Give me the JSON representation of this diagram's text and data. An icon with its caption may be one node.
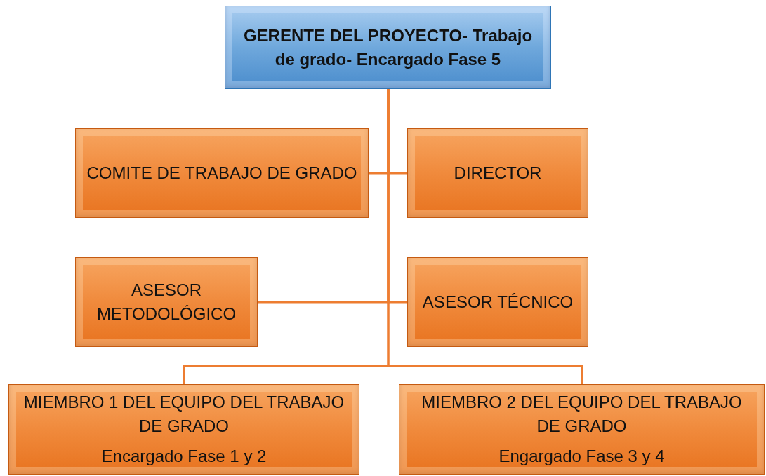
{
  "diagram": {
    "nodes": [
      {
        "text": [
          "GERENTE DEL PROYECTO- Trabajo de grado- Encargado Fase 5"
        ]
      },
      {
        "text": [
          "COMITE DE TRABAJO DE GRADO"
        ]
      },
      {
        "text": [
          "DIRECTOR"
        ]
      },
      {
        "text": [
          "ASESOR METODOLÓGICO"
        ]
      },
      {
        "text": [
          "ASESOR TÉCNICO"
        ]
      },
      {
        "text": [
          "MIEMBRO 1 DEL EQUIPO DEL TRABAJO DE GRADO",
          "Encargado Fase 1 y 2"
        ]
      },
      {
        "text": [
          "MIEMBRO 2 DEL EQUIPO DEL TRABAJO DE GRADO",
          "Engargado Fase 3 y 4"
        ]
      }
    ],
    "edges": [
      {
        "from": 0,
        "to": 1,
        "arrow": "none"
      },
      {
        "from": 0,
        "to": 2,
        "arrow": "none"
      },
      {
        "from": 0,
        "to": 3,
        "arrow": "none"
      },
      {
        "from": 0,
        "to": 4,
        "arrow": "none"
      },
      {
        "from": 0,
        "to": 5,
        "arrow": "none"
      },
      {
        "from": 0,
        "to": 6,
        "arrow": "none"
      }
    ]
  }
}
